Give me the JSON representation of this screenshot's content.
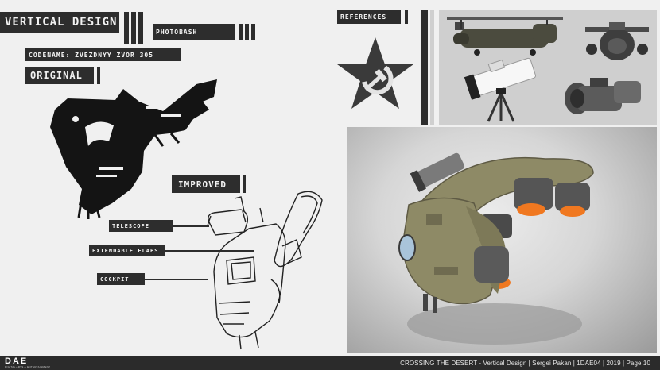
{
  "titles": {
    "main": "VERTICAL DESIGN",
    "photobash": "PHOTOBASH",
    "codename": "CODENAME: ZVEZDNYY ZVOR 305",
    "original": "ORIGINAL",
    "improved": "IMPROVED",
    "references": "REFERENCES"
  },
  "callouts": [
    "TELESCOPE",
    "EXTENDABLE FLAPS",
    "COCKPIT"
  ],
  "footer": {
    "logo": "DAE",
    "logo_sub": "DIGITAL ARTS & ENTERTAINMENT",
    "text": "CROSSING THE DESERT - Vertical Design | Sergei Pakan | 1DAE04 | 2019 | Page 10"
  },
  "colors": {
    "label_bg": "#2d2d2d",
    "label_text": "#f2f2f2",
    "page_bg": "#f0f0f0",
    "reference_panel": "#cfcfcf",
    "render_bg_light": "#e8e8e8",
    "render_bg_dark": "#9a9a9a",
    "vehicle_green": "#8e8a66",
    "thruster_glow": "#f07820"
  },
  "icons": [
    "star-emblem-icon",
    "hammer-sickle-icon"
  ]
}
